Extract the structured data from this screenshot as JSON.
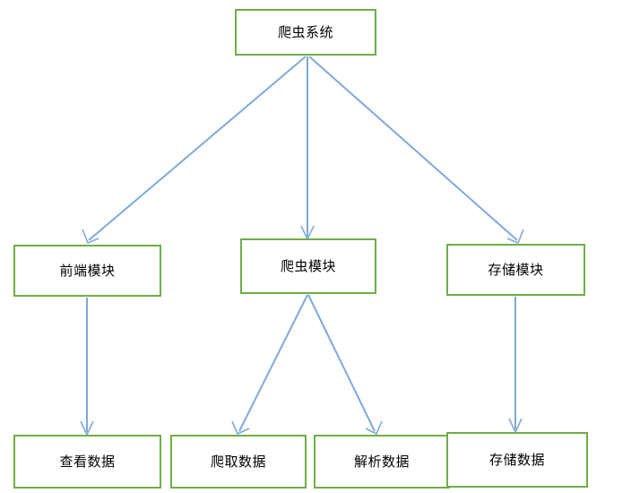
{
  "diagram": {
    "type": "flowchart",
    "orientation": "top-down",
    "background_color": "#ffffff",
    "node_border_color": "#70ad47",
    "node_fill_color": "#ffffff",
    "edge_color": "#7fa9d9",
    "nodes": [
      {
        "id": "root",
        "label": "爬虫系统",
        "level": 1
      },
      {
        "id": "frontend",
        "label": "前端模块",
        "level": 2
      },
      {
        "id": "spider",
        "label": "爬虫模块",
        "level": 2
      },
      {
        "id": "storage",
        "label": "存储模块",
        "level": 2
      },
      {
        "id": "view-data",
        "label": "查看数据",
        "level": 3
      },
      {
        "id": "crawl-data",
        "label": "爬取数据",
        "level": 3
      },
      {
        "id": "parse-data",
        "label": "解析数据",
        "level": 3
      },
      {
        "id": "store-data",
        "label": "存储数据",
        "level": 3
      }
    ],
    "edges": [
      {
        "from": "root",
        "to": "frontend"
      },
      {
        "from": "root",
        "to": "spider"
      },
      {
        "from": "root",
        "to": "storage"
      },
      {
        "from": "frontend",
        "to": "view-data"
      },
      {
        "from": "spider",
        "to": "crawl-data"
      },
      {
        "from": "spider",
        "to": "parse-data"
      },
      {
        "from": "storage",
        "to": "store-data"
      }
    ]
  }
}
